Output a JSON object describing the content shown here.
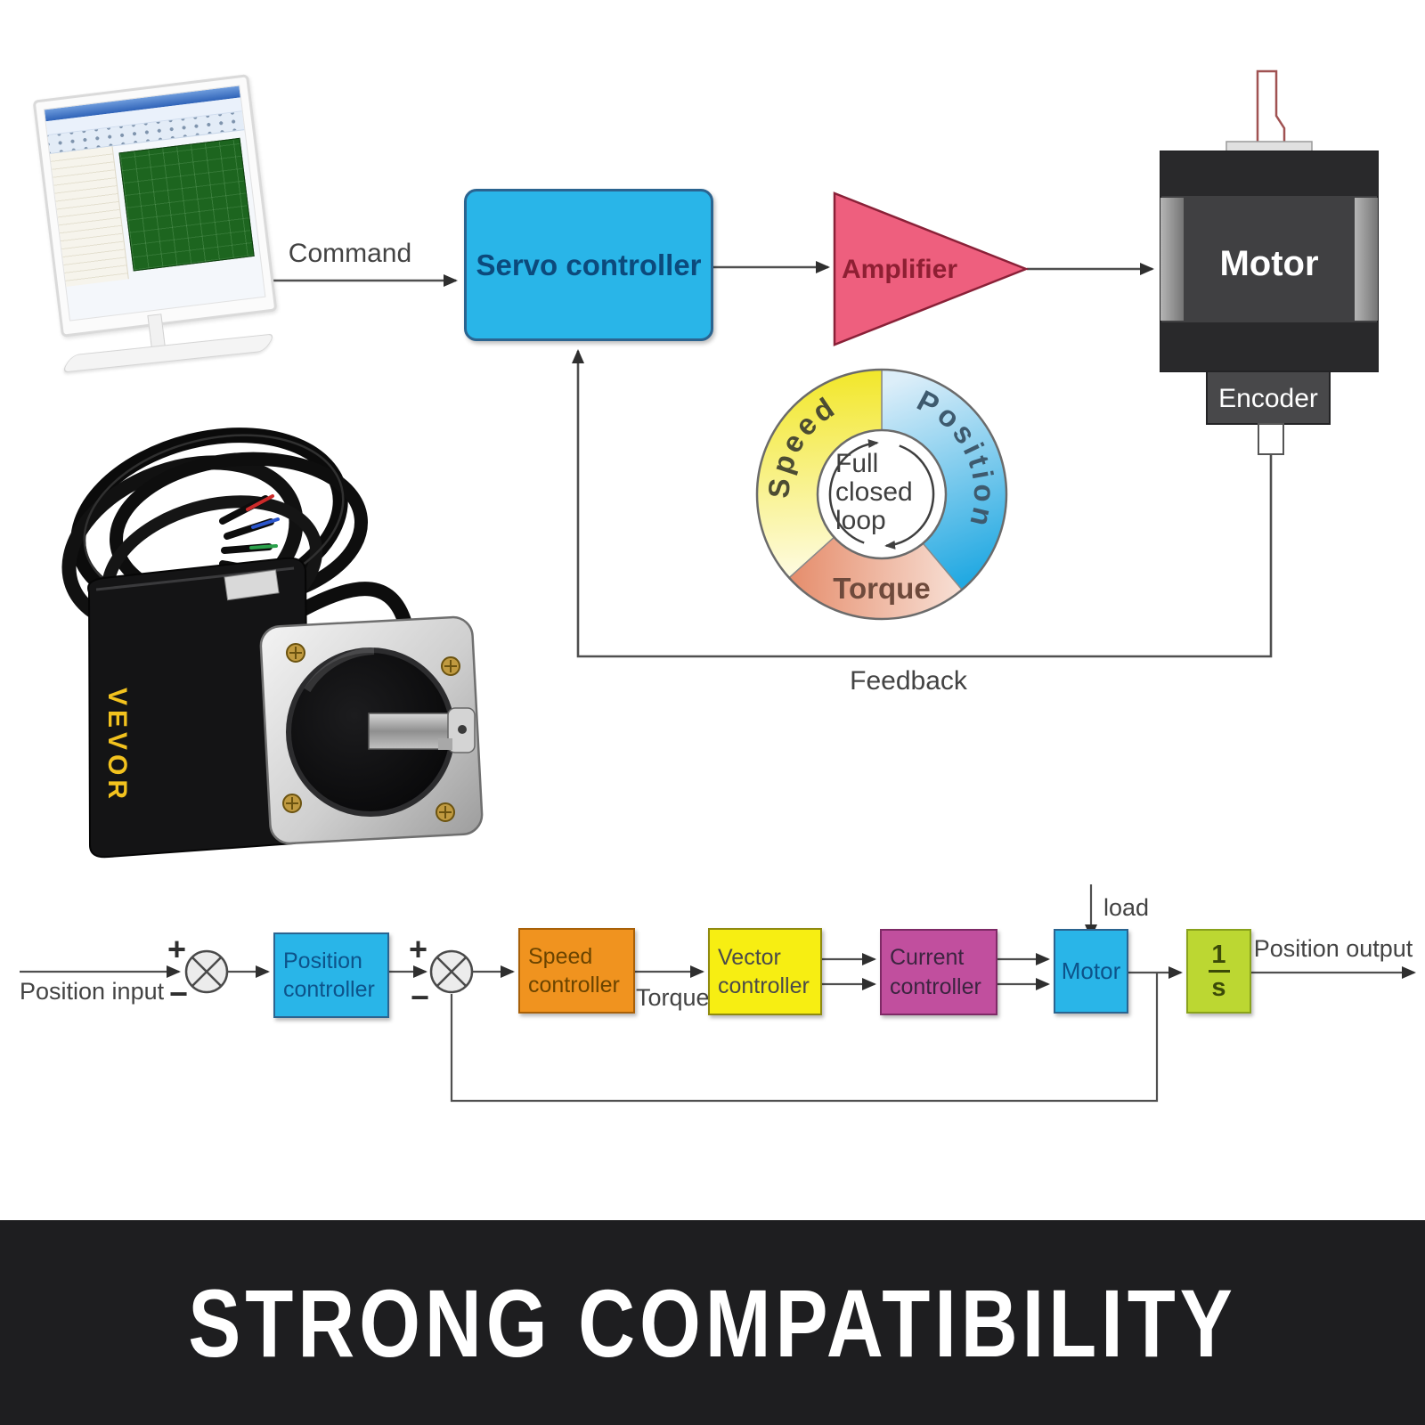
{
  "top_diagram": {
    "command_label": "Command",
    "servo_controller_label": "Servo controller",
    "amplifier_label": "Amplifier",
    "motor_label": "Motor",
    "encoder_label": "Encoder",
    "feedback_label": "Feedback",
    "loop_ring": {
      "segments": [
        {
          "label": "Speed",
          "color": "#f2e93c"
        },
        {
          "label": "Position",
          "color": "#2fb0e6"
        },
        {
          "label": "Torque",
          "color": "#e8977a"
        }
      ],
      "center_label_lines": [
        "Full",
        "closed",
        "loop"
      ]
    }
  },
  "product_photo": {
    "brand_label": "VEVOR"
  },
  "bottom_diagram": {
    "input_label": "Position input",
    "output_label": "Position output",
    "torque_signal_label": "Torque",
    "load_label": "load",
    "plus_sign": "+",
    "minus_sign": "−",
    "blocks": {
      "position_controller": {
        "label": "Position controller",
        "fill": "#29b5e8"
      },
      "speed_controller": {
        "label": "Speed controller",
        "fill": "#f0931f"
      },
      "vector_controller": {
        "label": "Vector controller",
        "fill": "#f7ee12"
      },
      "current_controller": {
        "label": "Current controller",
        "fill": "#c14f9e"
      },
      "motor": {
        "label": "Motor",
        "fill": "#29b5e8"
      },
      "integrator": {
        "numerator": "1",
        "denominator": "s",
        "fill": "#bcd732"
      }
    }
  },
  "banner": {
    "title": "STRONG COMPATIBILITY",
    "background": "#1e1e20",
    "text_color": "#ffffff"
  }
}
